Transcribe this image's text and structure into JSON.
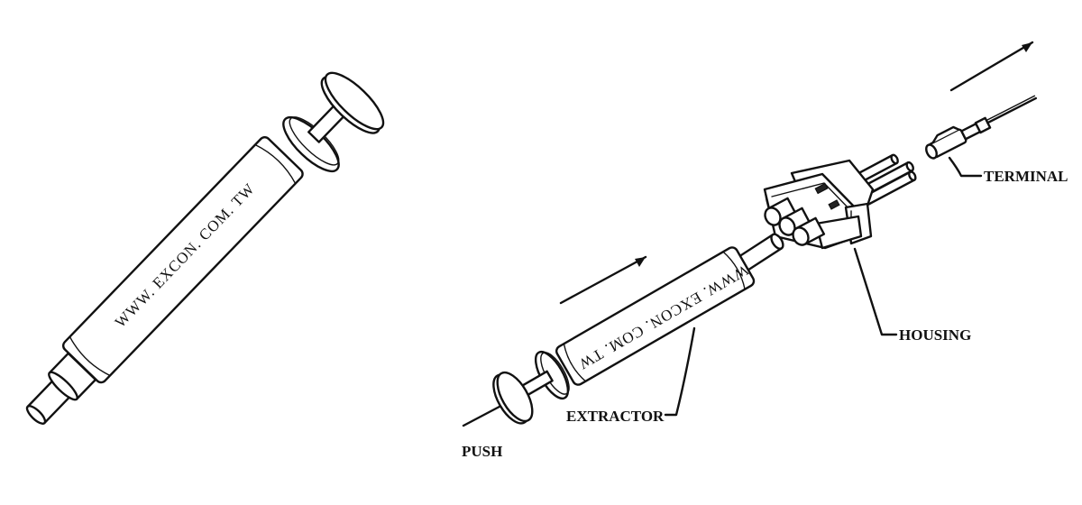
{
  "watermark": "WWW. EXCON. COM. TW",
  "labels": {
    "terminal": "TERMINAL",
    "housing": "HOUSING",
    "extractor": "EXTRACTOR",
    "push": "PUSH"
  },
  "colors": {
    "ink": "#111111",
    "background": "#ffffff"
  }
}
